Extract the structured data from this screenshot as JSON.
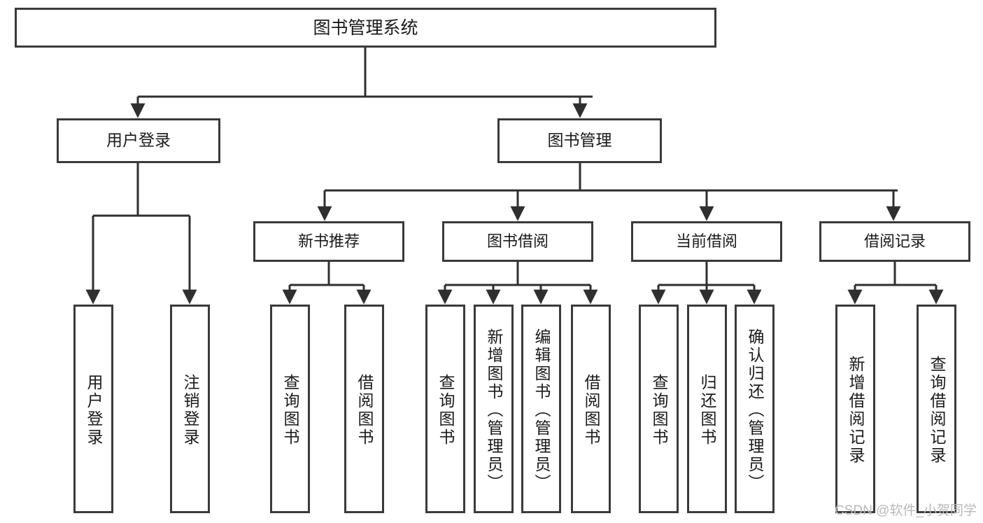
{
  "diagram": {
    "title": "图书管理系统",
    "type": "tree",
    "orientation": "top-down",
    "watermark": "CSDN @软件_小贺同学",
    "colors": {
      "box_border": "#3a3a3a",
      "box_fill": "#ffffff",
      "edge": "#2f2f2f",
      "text": "#1a1a1a",
      "watermark": "#b9b9b9",
      "background": "#ffffff"
    },
    "nodes": {
      "root": {
        "id": "root",
        "label": "图书管理系统",
        "level": 1
      },
      "level2": [
        {
          "id": "user-login",
          "label": "用户登录",
          "level": 2
        },
        {
          "id": "book-manage",
          "label": "图书管理",
          "level": 2
        }
      ],
      "level3": [
        {
          "id": "new-book-rec",
          "label": "新书推荐",
          "level": 3,
          "parent": "book-manage"
        },
        {
          "id": "book-borrow",
          "label": "图书借阅",
          "level": 3,
          "parent": "book-manage"
        },
        {
          "id": "current-borrow",
          "label": "当前借阅",
          "level": 3,
          "parent": "book-manage"
        },
        {
          "id": "borrow-record",
          "label": "借阅记录",
          "level": 3,
          "parent": "book-manage"
        }
      ],
      "leaves": [
        {
          "id": "leaf-user-login",
          "label": "用户登录",
          "parent": "user-login"
        },
        {
          "id": "leaf-user-logout",
          "label": "注销登录",
          "parent": "user-login"
        },
        {
          "id": "leaf-rec-query-book",
          "label": "查询图书",
          "parent": "new-book-rec"
        },
        {
          "id": "leaf-rec-borrow-book",
          "label": "借阅图书",
          "parent": "new-book-rec"
        },
        {
          "id": "leaf-borrow-query-book",
          "label": "查询图书",
          "parent": "book-borrow"
        },
        {
          "id": "leaf-borrow-add-book",
          "label": "新增图书（管理员）",
          "parent": "book-borrow"
        },
        {
          "id": "leaf-borrow-edit-book",
          "label": "编辑图书（管理员）",
          "parent": "book-borrow"
        },
        {
          "id": "leaf-borrow-borrow-book",
          "label": "借阅图书",
          "parent": "book-borrow"
        },
        {
          "id": "leaf-current-query-book",
          "label": "查询图书",
          "parent": "current-borrow"
        },
        {
          "id": "leaf-current-return-book",
          "label": "归还图书",
          "parent": "current-borrow"
        },
        {
          "id": "leaf-current-confirm-return",
          "label": "确认归还（管理员）",
          "parent": "current-borrow"
        },
        {
          "id": "leaf-record-add",
          "label": "新增借阅记录",
          "parent": "borrow-record"
        },
        {
          "id": "leaf-record-query",
          "label": "查询借阅记录",
          "parent": "borrow-record"
        }
      ]
    }
  }
}
